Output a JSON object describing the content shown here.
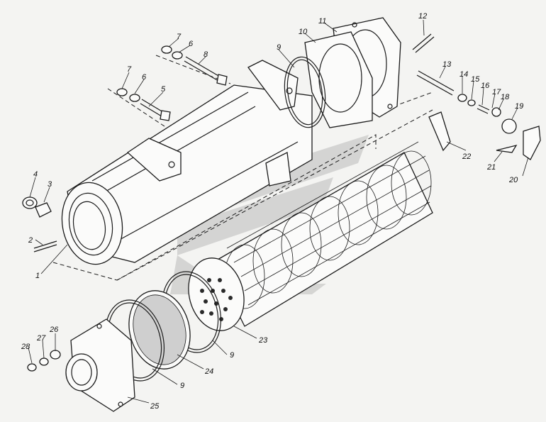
{
  "callouts": [
    {
      "id": "c1",
      "text": "1"
    },
    {
      "id": "c2",
      "text": "2"
    },
    {
      "id": "c3",
      "text": "3"
    },
    {
      "id": "c4",
      "text": "4"
    },
    {
      "id": "c5",
      "text": "5"
    },
    {
      "id": "c6a",
      "text": "6"
    },
    {
      "id": "c6b",
      "text": "6"
    },
    {
      "id": "c7a",
      "text": "7"
    },
    {
      "id": "c7b",
      "text": "7"
    },
    {
      "id": "c8",
      "text": "8"
    },
    {
      "id": "c9a",
      "text": "9"
    },
    {
      "id": "c9b",
      "text": "9"
    },
    {
      "id": "c9c",
      "text": "9"
    },
    {
      "id": "c10",
      "text": "10"
    },
    {
      "id": "c11",
      "text": "11"
    },
    {
      "id": "c12",
      "text": "12"
    },
    {
      "id": "c13",
      "text": "13"
    },
    {
      "id": "c14",
      "text": "14"
    },
    {
      "id": "c15",
      "text": "15"
    },
    {
      "id": "c16",
      "text": "16"
    },
    {
      "id": "c17",
      "text": "17"
    },
    {
      "id": "c18",
      "text": "18"
    },
    {
      "id": "c19",
      "text": "19"
    },
    {
      "id": "c20",
      "text": "20"
    },
    {
      "id": "c21",
      "text": "21"
    },
    {
      "id": "c22",
      "text": "22"
    },
    {
      "id": "c23",
      "text": "23"
    },
    {
      "id": "c24",
      "text": "24"
    },
    {
      "id": "c25",
      "text": "25"
    },
    {
      "id": "c26",
      "text": "26"
    },
    {
      "id": "c27",
      "text": "27"
    },
    {
      "id": "c28",
      "text": "28"
    }
  ],
  "colors": {
    "line": "#1a1a1a",
    "background": "#f4f4f2",
    "watermark": "#c8c8c8"
  }
}
